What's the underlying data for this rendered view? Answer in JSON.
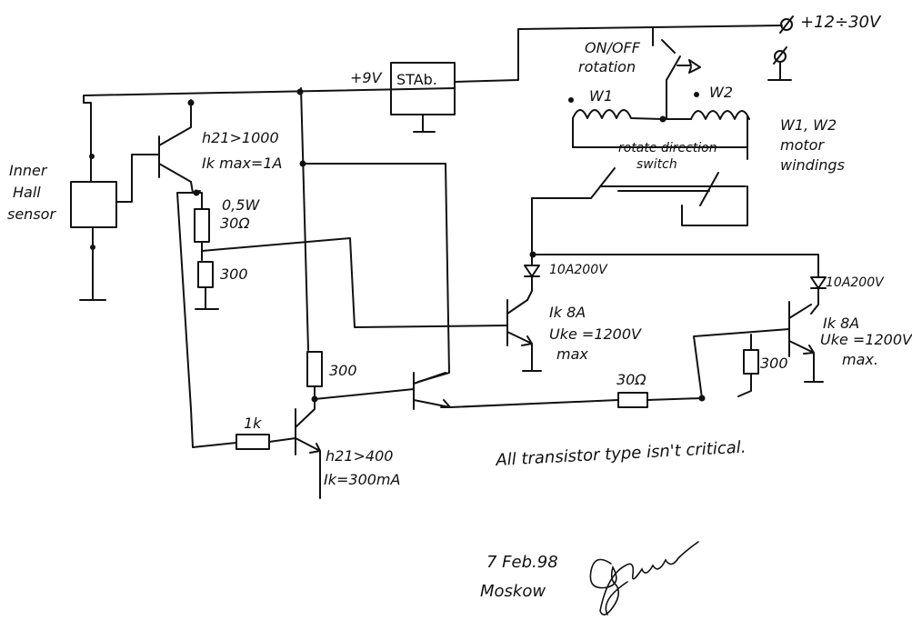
{
  "labels": {
    "supply": "+12÷30V",
    "on_off_line1": "ON/OFF",
    "on_off_line2": "rotation",
    "plus9v": "+9V",
    "stab": "STAb.",
    "w1": "W1",
    "w2": "W2",
    "w12_line1": "W1, W2",
    "w12_line2": "motor",
    "w12_line3": "windings",
    "rotate_line1": "rotate direction",
    "rotate_line2": "switch",
    "hall_line1": "Inner",
    "hall_line2": "Hall",
    "hall_line3": "sensor",
    "t1_h21": "h21>1000",
    "t1_ik": "Ik max=1A",
    "r_05w": "0,5W",
    "r_30ohm": "30Ω",
    "r300_a": "300",
    "r300_b": "300",
    "r300_c": "300",
    "d1": "10A200V",
    "d2": "10A200V",
    "t3_ik": "Ik 8A",
    "t3_uke": "Uke =1200V",
    "t3_max": "max",
    "t4_ik": "Ik 8A",
    "t4_uke": "Uke =1200V",
    "t4_max": "max.",
    "r_30ohm_b": "30Ω",
    "r_1k": "1k",
    "t2_h21": "h21>400",
    "t2_ik": "Ik=300mA",
    "note": "All transistor type isn't critical.",
    "date": "7 Feb.98",
    "city": "Moskow"
  }
}
